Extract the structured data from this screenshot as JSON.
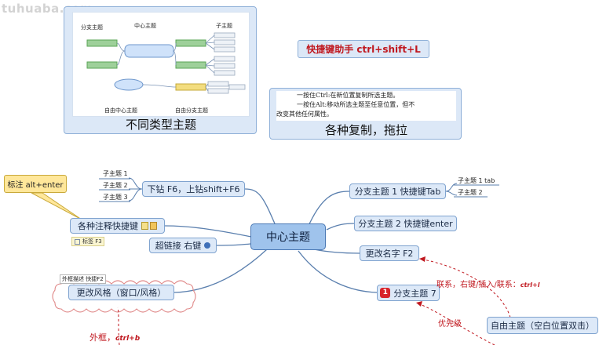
{
  "watermark": "tuhuaba.com",
  "panel_left": {
    "caption": "不同类型主题",
    "thumb_labels": {
      "branch": "分支主题",
      "center": "中心主题",
      "sub": "子主题",
      "free_center": "自由中心主题",
      "free_branch": "自由分支主题"
    }
  },
  "shortcut_helper": "快捷键助手 ctrl+shift+L",
  "panel_right": {
    "line1": "一按住Ctrl:在新位置复制所选主题。",
    "line2": "一按住Alt:移动所选主题至任意位置，但不",
    "line3": "改变其他任何属性。",
    "caption": "各种复制，拖拉"
  },
  "central": "中心主题",
  "left_nodes": {
    "drill": "下钻 F6，上钻shift+F6",
    "sub1": "子主题 1",
    "sub2": "子主题 2",
    "sub3": "子主题 3",
    "notes": "各种注释快捷键",
    "label": "标签 F3",
    "hyperlink": "超链接 右键",
    "style": "更改风格（窗口/风格）",
    "boundary_label": "外框描述 快捷F2",
    "callout": "标注 alt+enter"
  },
  "right_nodes": {
    "branch1": "分支主题 1 快捷键Tab",
    "sub1tab": "子主题 1 tab",
    "sub2": "子主题 2",
    "branch2": "分支主题 2 快捷键enter",
    "rename": "更改名字 F2",
    "priority_badge": "1",
    "branch7": "分支主题 7",
    "free_topic": "自由主题（空白位置双击）"
  },
  "annotations": {
    "relation_text": "联系，右键/插入/联系：",
    "relation_key": "ctrl+l",
    "priority": "优先级",
    "boundary_text": "外框，",
    "boundary_key": "ctrl+b"
  },
  "colors": {
    "topic_fill": "#dde9f8",
    "topic_border": "#7fa3cf",
    "central_fill": "#9fc3ec",
    "callout_fill": "#ffe79a",
    "accent_red": "#c0181f"
  }
}
